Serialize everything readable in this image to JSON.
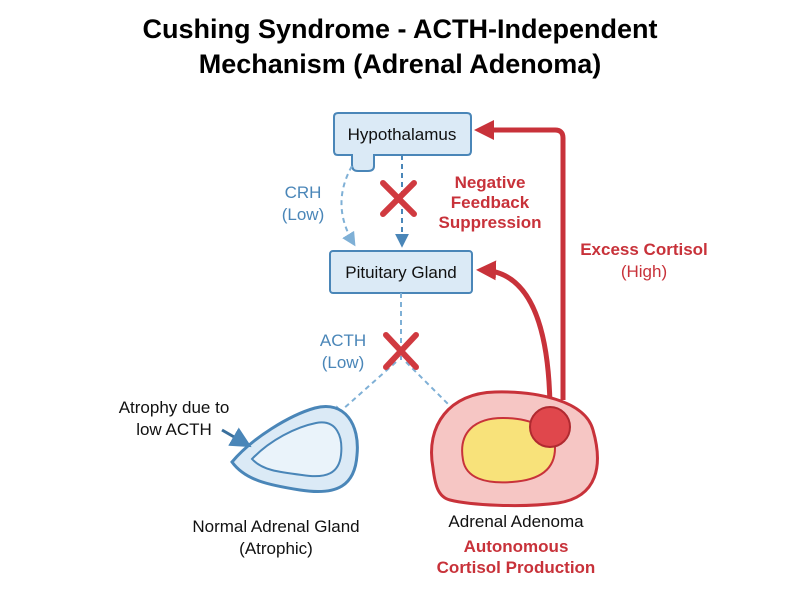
{
  "title": {
    "line1": "Cushing Syndrome - ACTH-Independent",
    "line2": "Mechanism (Adrenal Adenoma)"
  },
  "nodes": {
    "hypothalamus": "Hypothalamus",
    "pituitary": "Pituitary Gland",
    "normal_adrenal": {
      "line1": "Normal Adrenal Gland",
      "line2": "(Atrophic)"
    },
    "adenoma": "Adrenal Adenoma",
    "autonomous": {
      "line1": "Autonomous",
      "line2": "Cortisol Production"
    }
  },
  "labels": {
    "crh": {
      "line1": "CRH",
      "line2": "(Low)"
    },
    "acth": {
      "line1": "ACTH",
      "line2": "(Low)"
    },
    "negative_feedback": {
      "line1": "Negative",
      "line2": "Feedback",
      "line3": "Suppression"
    },
    "excess_cortisol": {
      "line1": "Excess Cortisol",
      "line2": "(High)"
    },
    "atrophy": {
      "line1": "Atrophy due to",
      "line2": "low ACTH"
    }
  },
  "colors": {
    "blue_stroke": "#4a86b8",
    "blue_fill": "#dbeaf6",
    "red": "#c8323a",
    "adenoma_fill": "#f6c6c4",
    "adenoma_core": "#f8e27a",
    "nodule": "#e0474c"
  }
}
